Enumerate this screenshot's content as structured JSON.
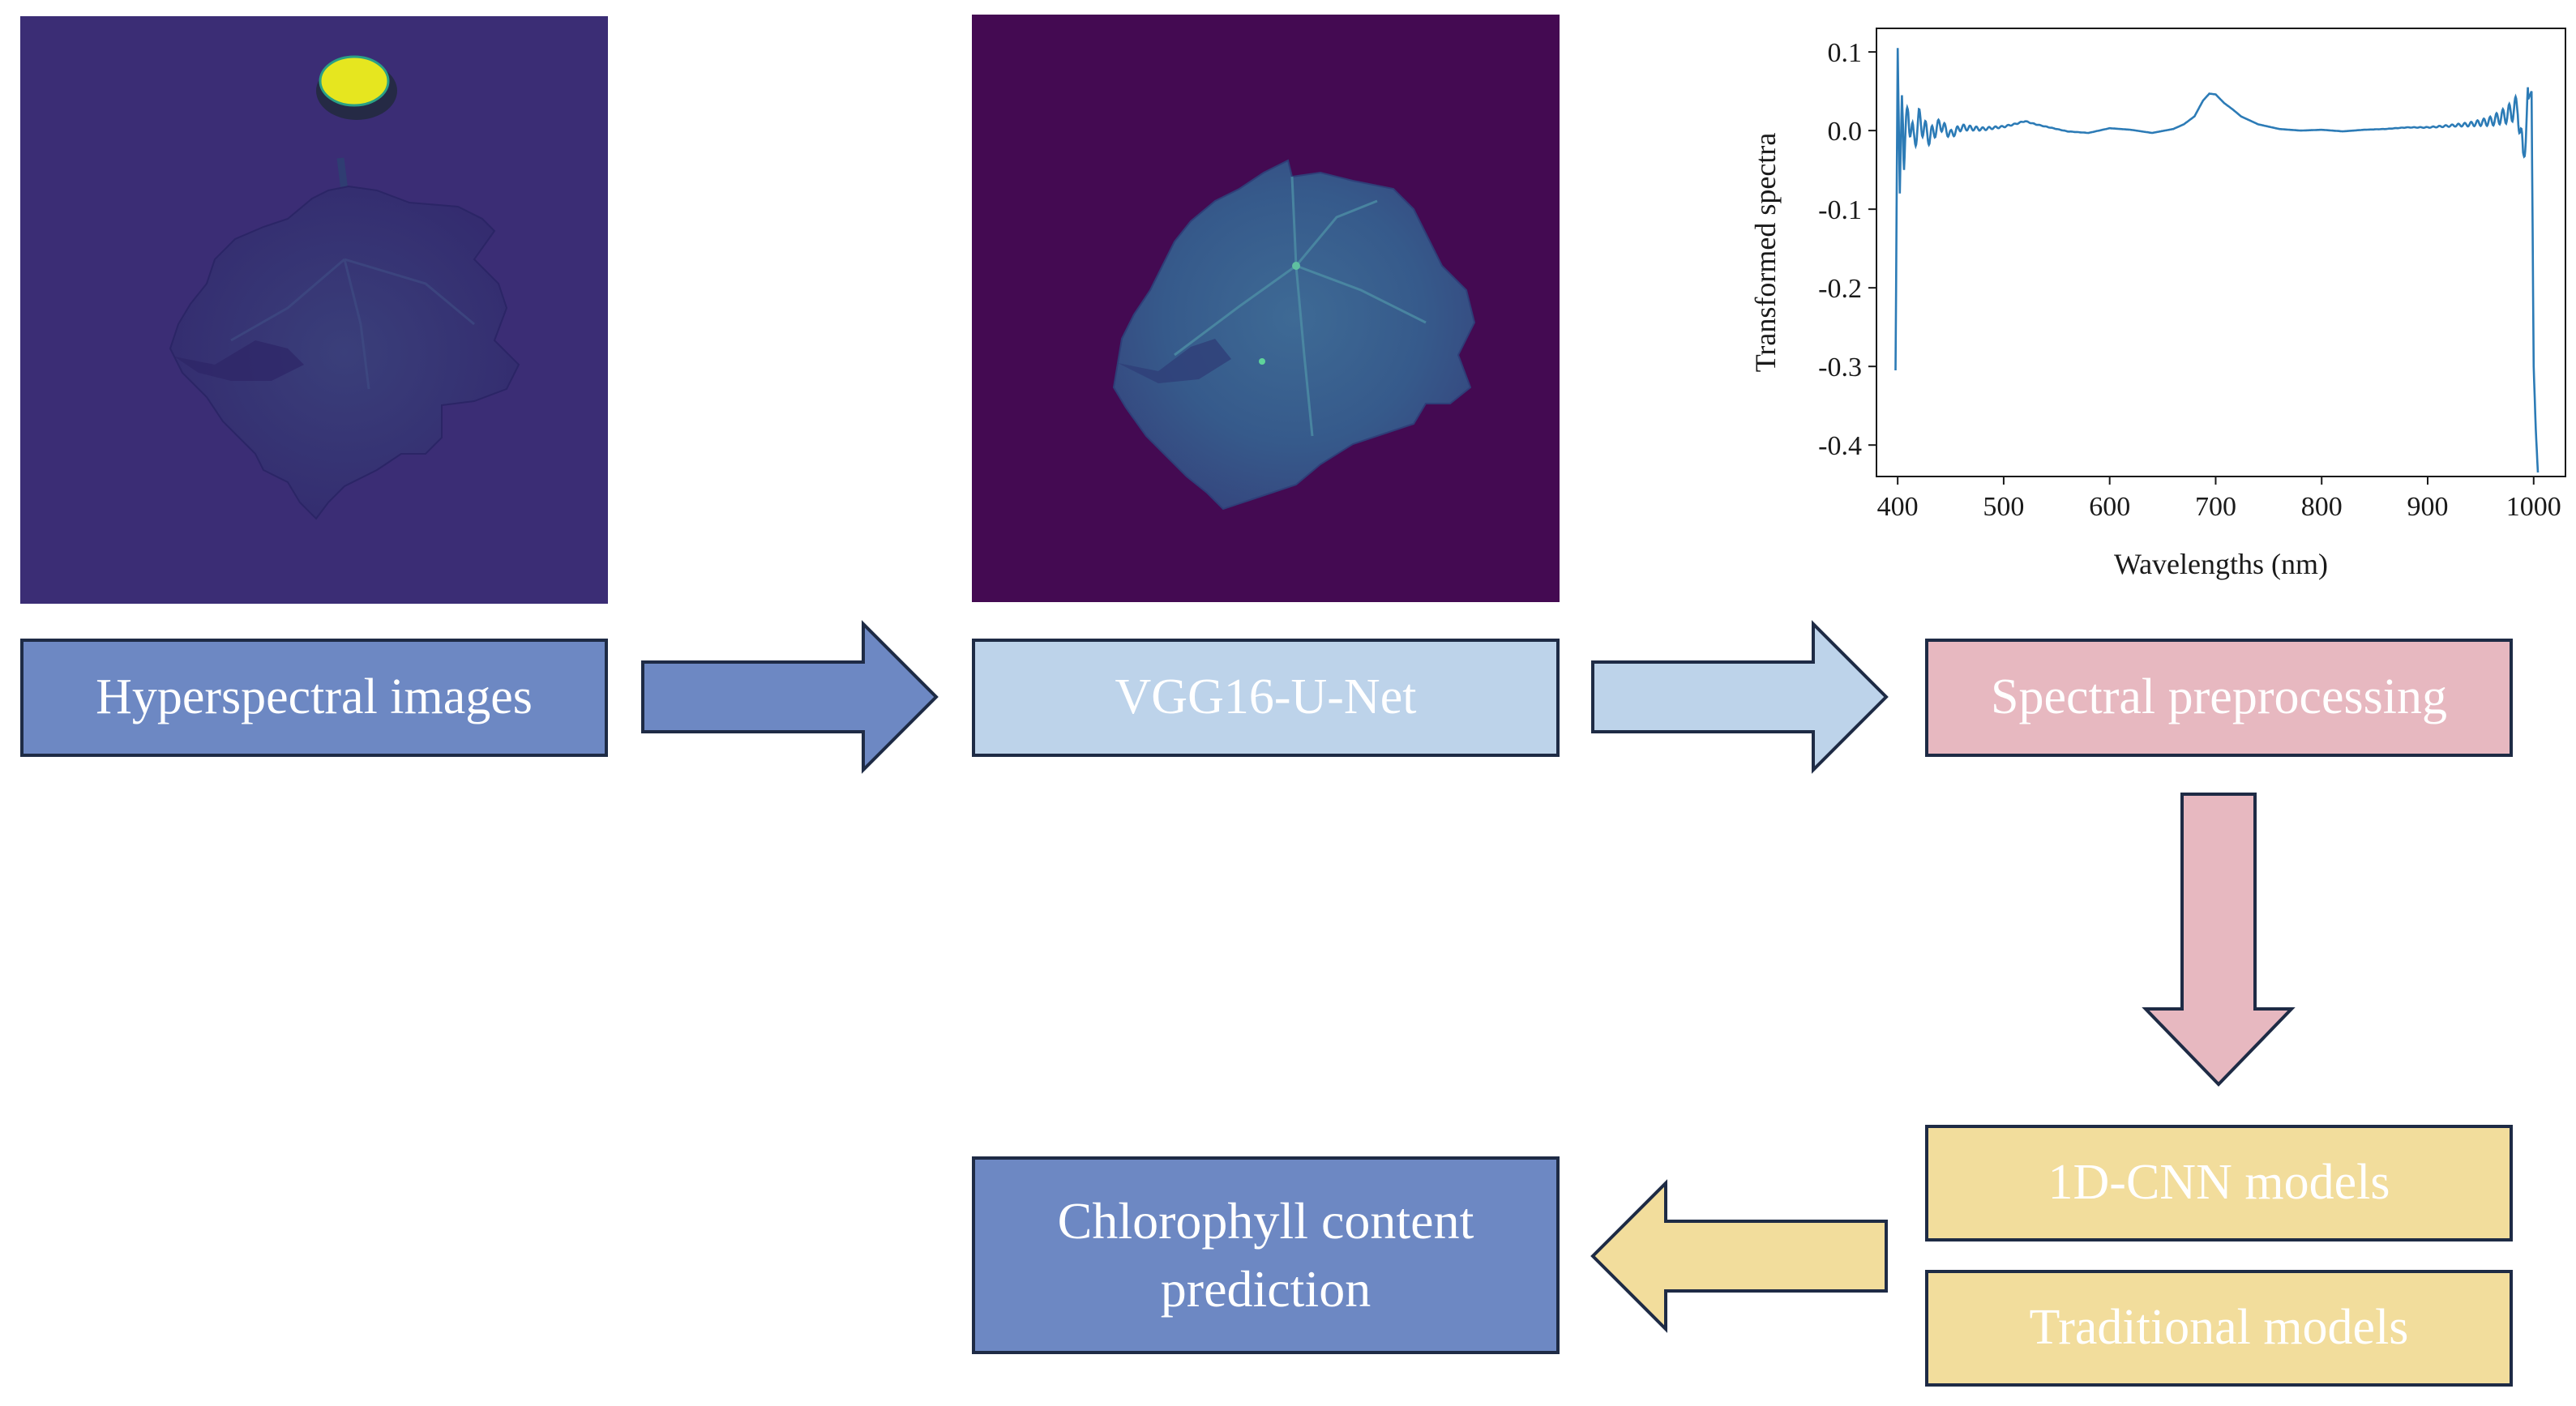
{
  "steps": {
    "hyperspectral": "Hyperspectral images",
    "segmentation": "VGG16-U-Net",
    "preprocessing": "Spectral preprocessing",
    "cnn": "1D-CNN models",
    "traditional": "Traditional models",
    "prediction_line1": "Chlorophyll content",
    "prediction_line2": "prediction"
  },
  "colors": {
    "blue_box": "#6d88c3",
    "light_blue_box": "#bdd3ea",
    "pink_box": "#e7b8c0",
    "yellow_box": "#f2dd9c",
    "border": "#1e2b45",
    "spectrum_line": "#2c7bb6"
  },
  "chart_data": {
    "type": "line",
    "xlabel": "Wavelengths (nm)",
    "ylabel": "Transformed spectra",
    "xlim": [
      380,
      1030
    ],
    "ylim": [
      -0.44,
      0.13
    ],
    "xticks": [
      400,
      500,
      600,
      700,
      800,
      900,
      1000
    ],
    "yticks": [
      0.1,
      0.0,
      -0.1,
      -0.2,
      -0.3,
      -0.4
    ],
    "ytick_labels": [
      "0.1",
      "0.0",
      "-0.1",
      "-0.2",
      "-0.3",
      "-0.4"
    ],
    "grid": false,
    "series": [
      {
        "x": [
          398,
          400,
          402,
          404,
          406,
          410,
          415,
          420,
          430,
          440,
          450,
          460,
          480,
          500,
          510,
          520,
          530,
          540,
          560,
          580,
          600,
          620,
          640,
          660,
          670,
          680,
          688,
          694,
          700,
          708,
          716,
          724,
          740,
          760,
          780,
          800,
          820,
          840,
          860,
          880,
          900,
          920,
          940,
          960,
          975,
          985,
          990,
          995,
          998,
          1000,
          1002,
          1004
        ],
        "y": [
          -0.305,
          0.105,
          -0.08,
          0.045,
          -0.03,
          0.025,
          -0.015,
          0.013,
          -0.008,
          0.008,
          -0.005,
          0.004,
          0.002,
          0.005,
          0.008,
          0.012,
          0.008,
          0.005,
          -0.001,
          -0.003,
          0.003,
          0.001,
          -0.003,
          0.002,
          0.008,
          0.018,
          0.038,
          0.047,
          0.046,
          0.035,
          0.027,
          0.018,
          0.008,
          0.002,
          0.0,
          0.001,
          -0.001,
          0.001,
          0.002,
          0.004,
          0.004,
          0.006,
          0.008,
          0.012,
          0.02,
          0.03,
          -0.035,
          0.04,
          0.05,
          -0.3,
          -0.38,
          -0.435
        ]
      }
    ]
  }
}
